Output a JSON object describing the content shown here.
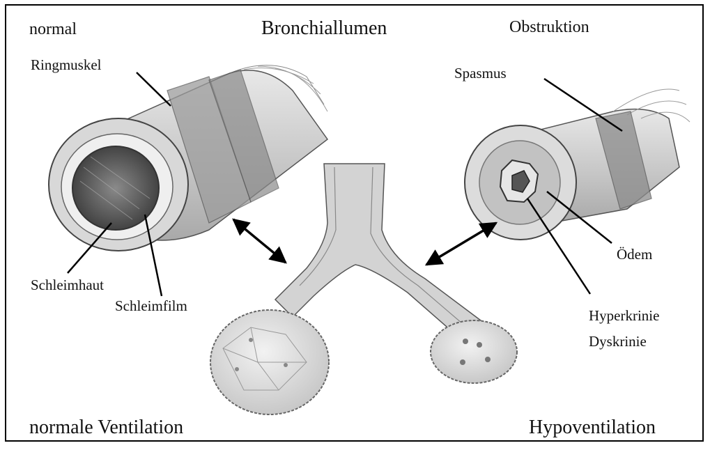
{
  "title": "Bronchiallumen",
  "corner_labels": {
    "top_left": "normal",
    "top_right": "Obstruktion",
    "bottom_left": "normale Ventilation",
    "bottom_right": "Hypoventilation"
  },
  "normal_labels": {
    "ringmuskel": "Ringmuskel",
    "schleimhaut": "Schleimhaut",
    "schleimfilm": "Schleimfilm"
  },
  "obstruction_labels": {
    "spasmus": "Spasmus",
    "oedem": "Ödem",
    "hyperkrinie": "Hyperkrinie",
    "dyskrinie": "Dyskrinie"
  }
}
